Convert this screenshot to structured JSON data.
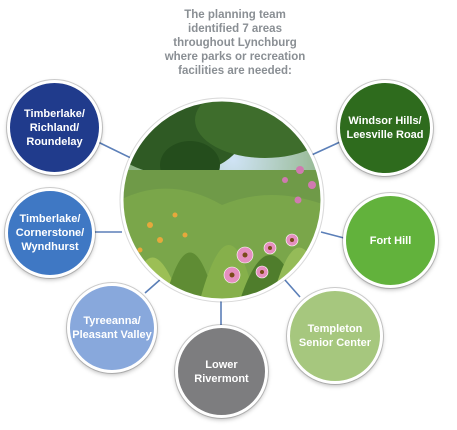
{
  "heading": {
    "lines": [
      "The planning team",
      "identified 7 areas",
      "throughout Lynchburg",
      "where parks or recreation",
      "facilities are needed:"
    ]
  },
  "areas": [
    {
      "lines": [
        "Timberlake/",
        "Richland/",
        "Roundelay"
      ],
      "color": "#203b8c"
    },
    {
      "lines": [
        "Timberlake/",
        "Cornerstone/",
        "Wyndhurst"
      ],
      "color": "#3f78c4"
    },
    {
      "lines": [
        "Tyreeanna/",
        "Pleasant Valley"
      ],
      "color": "#88a8dc"
    },
    {
      "lines": [
        "Lower",
        "Rivermont"
      ],
      "color": "#7d7d7f"
    },
    {
      "lines": [
        "Templeton",
        "Senior Center"
      ],
      "color": "#a6c77e"
    },
    {
      "lines": [
        "Fort Hill"
      ],
      "color": "#62b23c"
    },
    {
      "lines": [
        "Windsor Hills/",
        "Leesville Road"
      ],
      "color": "#2e6b1d"
    }
  ],
  "photo": {
    "subject": "garden-photo"
  }
}
